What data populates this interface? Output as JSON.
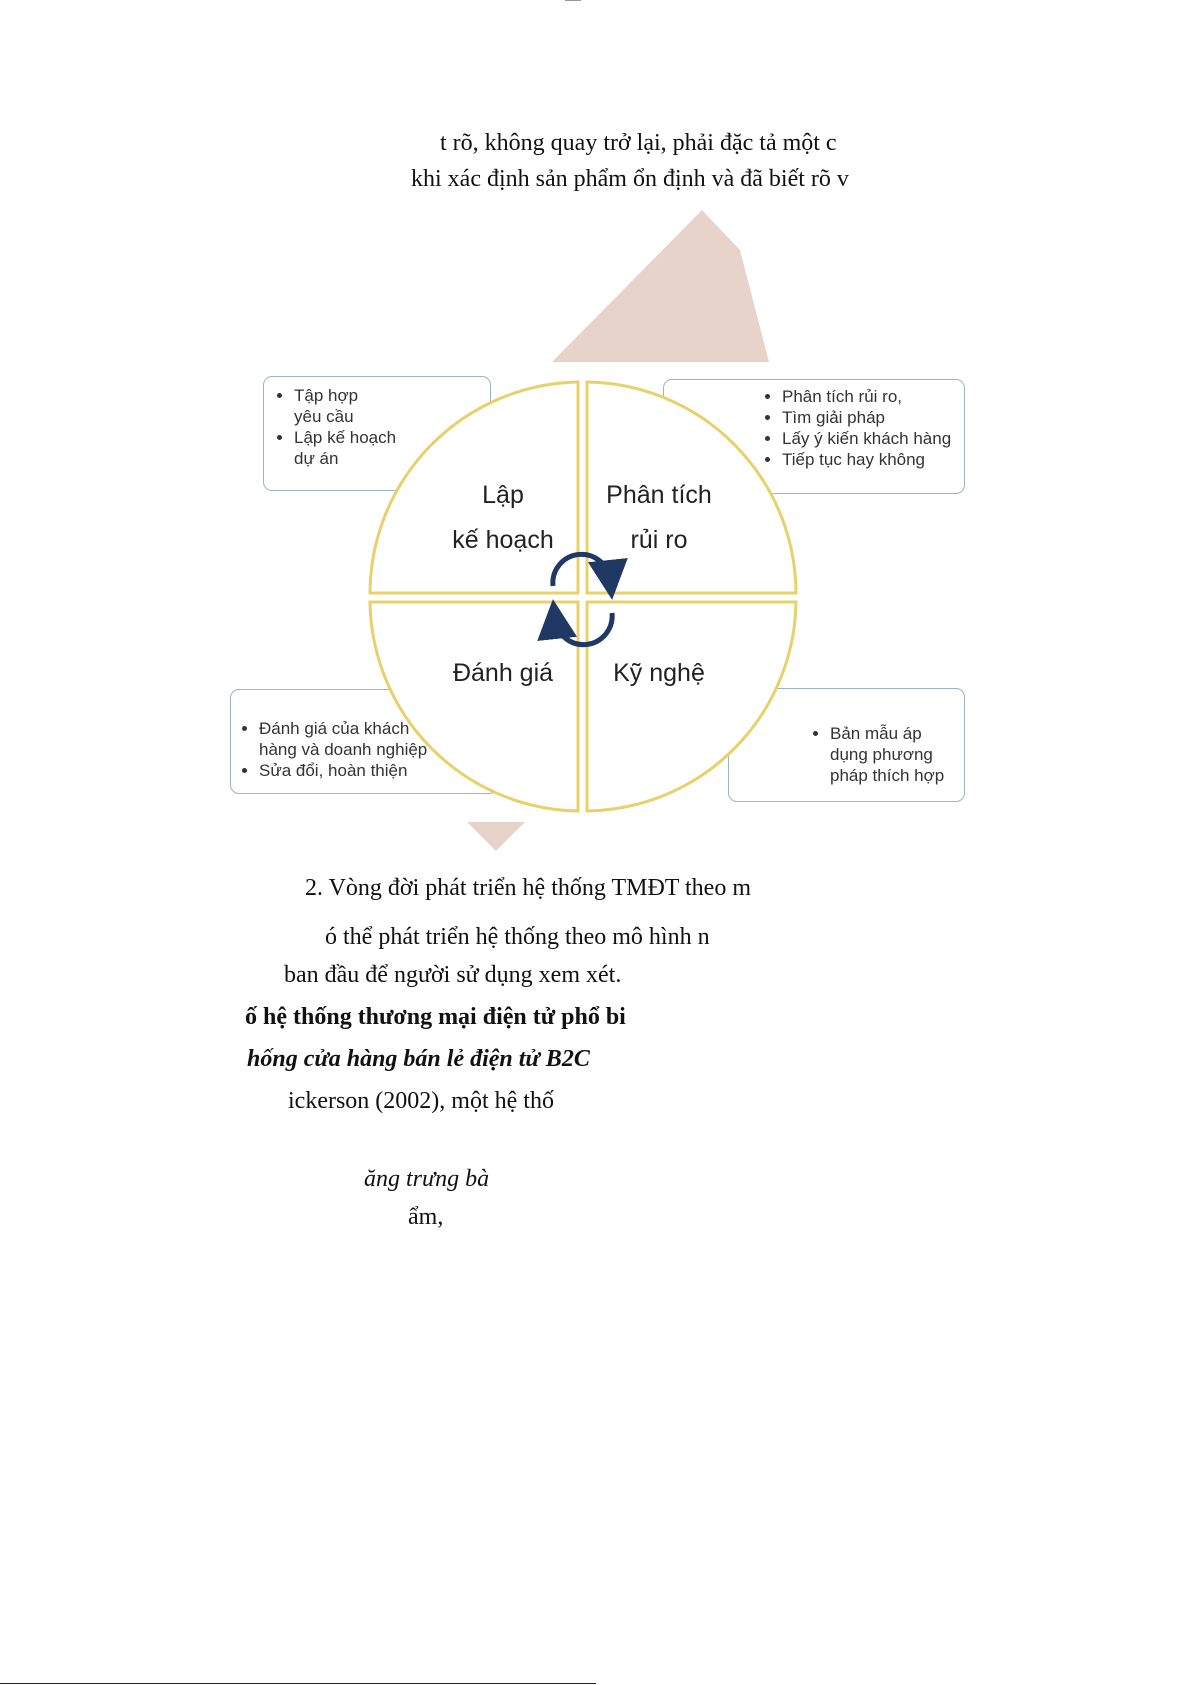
{
  "text_lines": {
    "l1": "t rõ, không quay trở lại, phải đặc tả một c",
    "l2": "khi xác định sản phẩm ổn định và đã biết rõ v",
    "caption": "2. Vòng đời phát triển hệ thống TMĐT theo m",
    "l4": "ó thể phát triển hệ thống theo mô hình n",
    "l5": "ban đầu để người sử dụng xem xét.",
    "heading_bold": "ố hệ thống thương mại điện tử phổ bi",
    "heading_bold_italic": "hống cửa hàng bán lẻ điện tử B2C",
    "l8": "ickerson (2002), một hệ thố",
    "l9": "ăng trưng bà",
    "l10": "ẩm,"
  },
  "diagram": {
    "quadrants": {
      "plan": {
        "line1": "Lập",
        "line2": "kế hoạch"
      },
      "risk": {
        "line1": "Phân tích",
        "line2": "rủi ro"
      },
      "evaluate": {
        "line1": "Đánh giá"
      },
      "engineer": {
        "line1": "Kỹ nghệ"
      }
    },
    "boxes": {
      "plan": [
        "Tập hợp yêu cầu",
        "Lập kế hoạch dự án"
      ],
      "risk": [
        "Phân tích rủi ro,",
        "Tìm giải pháp",
        "Lấy ý kiến khách hàng",
        "Tiếp tục hay không"
      ],
      "evaluate": [
        "Đánh giá của khách hàng và doanh nghiệp",
        "Sửa đổi, hoàn thiện"
      ],
      "engineer": [
        "Bản mẫu áp dụng phương pháp thích hợp"
      ]
    },
    "colors": {
      "ring": "#e8d06a",
      "box_border": "#9bb3c7",
      "arrow": "#1f3864",
      "watermark": "#e7d3c9"
    }
  }
}
